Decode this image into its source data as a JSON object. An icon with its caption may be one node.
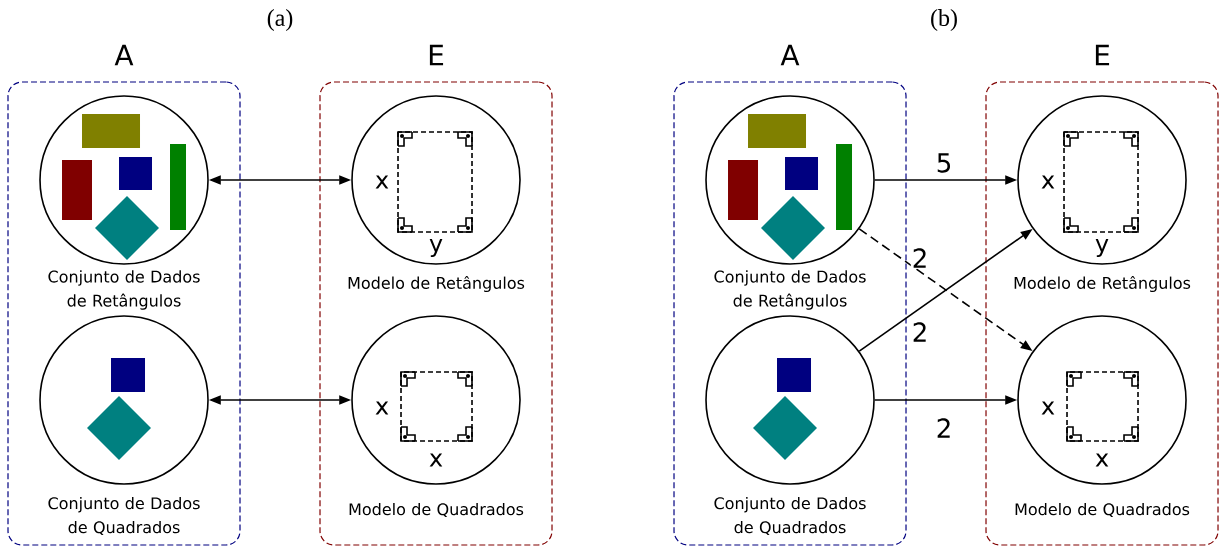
{
  "diagram": {
    "nodes": [
      {
        "text": [
          "A"
        ]
      },
      {
        "text": [],
        "shape": "circle",
        "in": 0,
        "beside": [
          "Conjunto de Dados de Retângulos"
        ]
      },
      {
        "text": [],
        "shape": "circle",
        "in": 0,
        "beside": [
          "Conjunto de Dados de Quadrados"
        ]
      },
      {
        "text": [
          "E"
        ]
      },
      {
        "text": [
          "x",
          "y"
        ],
        "in": 3,
        "beside": [
          "Modelo de Retângulos"
        ]
      },
      {
        "text": [
          "x",
          "x"
        ],
        "in": 3,
        "beside": [
          "Modelo de Quadrados"
        ]
      },
      {
        "text": [
          "A"
        ]
      },
      {
        "text": [],
        "shape": "circle",
        "in": 6,
        "beside": [
          "Conjunto de Dados de Retângulos"
        ]
      },
      {
        "text": [],
        "shape": "circle",
        "in": 6,
        "beside": [
          "Conjunto de Dados de Quadrados"
        ]
      },
      {
        "text": [
          "E"
        ]
      },
      {
        "text": [
          "x",
          "y"
        ],
        "in": 9,
        "beside": [
          "Modelo de Retângulos"
        ]
      },
      {
        "text": [
          "x",
          "x"
        ],
        "in": 9,
        "beside": [
          "Modelo de Quadrados"
        ]
      }
    ],
    "edges": [
      {
        "from": 1,
        "to": 4,
        "arrow": "both"
      },
      {
        "from": 2,
        "to": 5,
        "arrow": "both"
      },
      {
        "from": 7,
        "to": 10,
        "arrow": "to",
        "label": "5"
      },
      {
        "from": 7,
        "to": 11,
        "arrow": "to",
        "label": "2",
        "style": "dashed"
      },
      {
        "from": 8,
        "to": 10,
        "arrow": "to",
        "label": "2"
      },
      {
        "from": 8,
        "to": 11,
        "arrow": "to",
        "label": "2"
      }
    ],
    "labels": [
      "(a)",
      "(b)"
    ]
  }
}
